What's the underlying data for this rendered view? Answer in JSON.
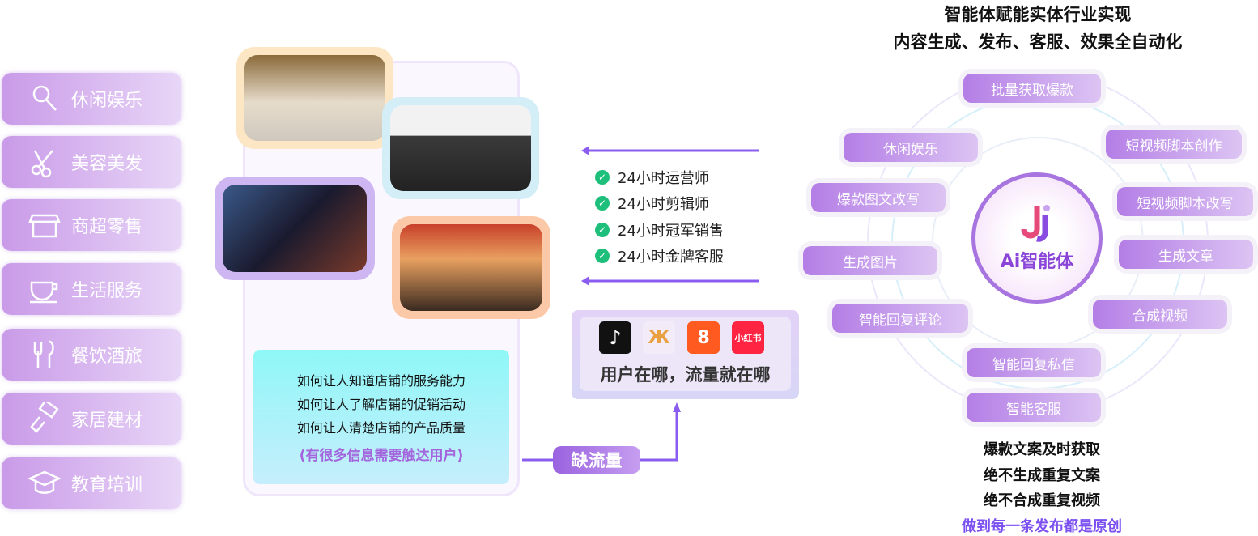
{
  "sidebar": {
    "items": [
      {
        "label": "休闲娱乐",
        "icon": "magnifier-icon"
      },
      {
        "label": "美容美发",
        "icon": "scissors-icon"
      },
      {
        "label": "商超零售",
        "icon": "store-icon"
      },
      {
        "label": "生活服务",
        "icon": "cup-icon"
      },
      {
        "label": "餐饮酒旅",
        "icon": "fork-knife-icon"
      },
      {
        "label": "家居建材",
        "icon": "brush-roller-icon"
      },
      {
        "label": "教育培训",
        "icon": "graduation-cap-icon"
      }
    ]
  },
  "questions": {
    "lines": [
      "如何让人知道店铺的服务能力",
      "如何让人了解店铺的促销活动",
      "如何让人清楚店铺的产品质量"
    ],
    "note": "(有很多信息需要触达用户)"
  },
  "lack_label": "缺流量",
  "checklist": [
    "24小时运营师",
    "24小时剪辑师",
    "24小时冠军销售",
    "24小时金牌客服"
  ],
  "platforms": {
    "icons": [
      "douyin-icon",
      "butterfly-icon",
      "kuaishou-icon",
      "xiaohongshu-icon"
    ],
    "xhs_label": "小红书",
    "slogan": "用户在哪，流量就在哪"
  },
  "right": {
    "title1": "智能体赋能实体行业实现",
    "title2": "内容生成、发布、客服、效果全自动化",
    "center": "Ai智能体",
    "pills": [
      "批量获取爆款",
      "休闲娱乐",
      "短视频脚本创作",
      "爆款图文改写",
      "短视频脚本改写",
      "生成图片",
      "生成文章",
      "智能回复评论",
      "合成视频",
      "智能回复私信",
      "智能客服"
    ],
    "bottom": [
      "爆款文案及时获取",
      "绝不生成重复文案",
      "绝不合成重复视频",
      "做到每一条发布都是原创"
    ]
  },
  "colors": {
    "accent": "#8a5cf0",
    "highlight": "#7b4ff0",
    "check": "#1dbf7a"
  }
}
